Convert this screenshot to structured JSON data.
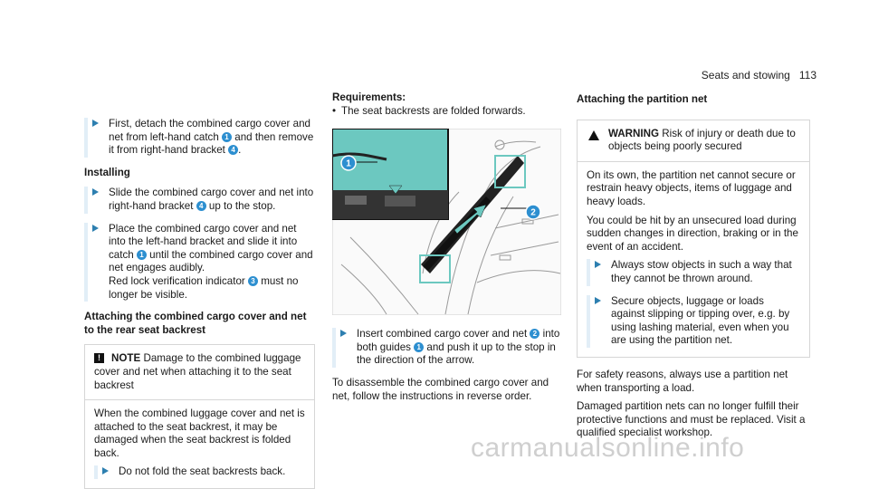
{
  "header": {
    "section": "Seats and stowing",
    "page": "113"
  },
  "col1": {
    "step1_a": "First, detach the combined cargo cover and net from left-hand catch ",
    "step1_n1": "1",
    "step1_b": " and then remove it from right-hand bracket ",
    "step1_n2": "4",
    "step1_c": ".",
    "installing": "Installing",
    "step2_a": "Slide the combined cargo cover and net into right-hand bracket ",
    "step2_n": "4",
    "step2_b": " up to the stop.",
    "step3_a": "Place the combined cargo cover and net into the left-hand bracket and slide it into catch ",
    "step3_n1": "1",
    "step3_b": " until the combined cargo cover and net engages audibly.",
    "step3_c": "Red lock verification indicator ",
    "step3_n2": "3",
    "step3_d": " must no longer be visible.",
    "attach_heading": "Attaching the combined cargo cover and net to the rear seat backrest",
    "note_label": "NOTE",
    "note_head": " Damage to the combined luggage cover and net when attaching it to the seat backrest",
    "note_body": "When the combined luggage cover and net is attached to the seat backrest, it may be damaged when the seat backrest is folded back.",
    "note_step": "Do not fold the seat backrests back."
  },
  "col2": {
    "req_heading": "Requirements:",
    "req_item": "The seat backrests are folded forwards.",
    "fig_label1": "1",
    "fig_label2": "2",
    "step_a": "Insert combined cargo cover and net ",
    "step_n1": "2",
    "step_b": " into both guides ",
    "step_n2": "1",
    "step_c": " and push it up to the stop in the direction of the arrow.",
    "disassemble": "To disassemble the combined cargo cover and net, follow the instructions in reverse order."
  },
  "col3": {
    "heading": "Attaching the partition net",
    "warn_label": "WARNING",
    "warn_head": " Risk of injury or death due to objects being poorly secured",
    "p1": "On its own, the partition net cannot secure or restrain heavy objects, items of luggage and heavy loads.",
    "p2": "You could be hit by an unsecured load during sudden changes in direction, braking or in the event of an accident.",
    "step1": "Always stow objects in such a way that they cannot be thrown around.",
    "step2": "Secure objects, luggage or loads against slipping or tipping over, e.g. by using lashing material, even when you are using the partition net.",
    "p3": "For safety reasons, always use a partition net when transporting a load.",
    "p4": "Damaged partition nets can no longer fulfill their protective functions and must be replaced. Visit a qualified specialist workshop."
  },
  "watermark": "carmanualsonline.info",
  "colors": {
    "accent": "#2d8fd0",
    "bar": "#e2eef7",
    "inset": "#6cc8c0"
  }
}
